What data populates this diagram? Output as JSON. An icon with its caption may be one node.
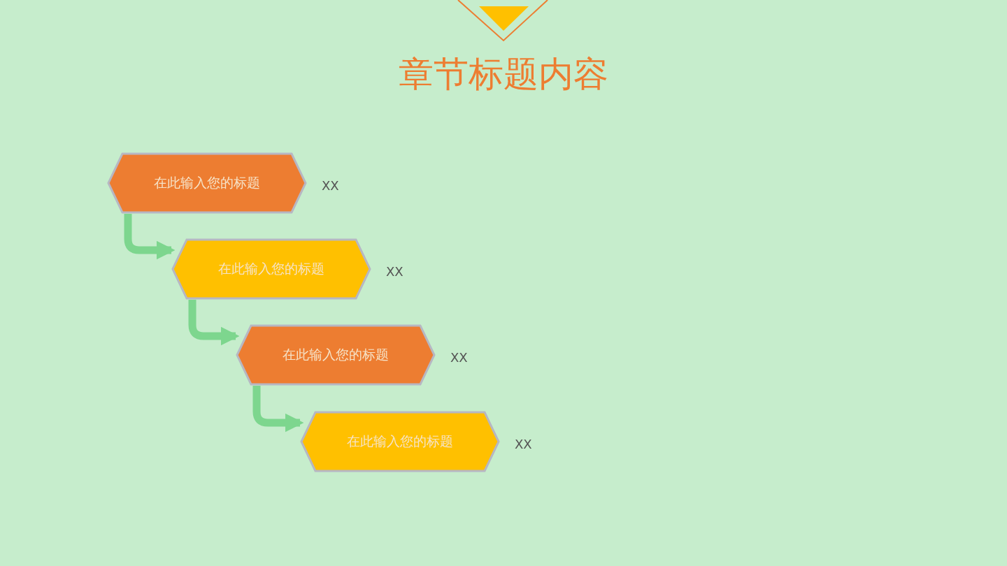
{
  "diagram": {
    "title": "章节标题内容",
    "nodes": [
      {
        "text": [
          "在此输入您的标题"
        ],
        "beside": [
          "XX"
        ]
      },
      {
        "text": [
          "在此输入您的标题"
        ],
        "beside": [
          "XX"
        ]
      },
      {
        "text": [
          "在此输入您的标题"
        ],
        "beside": [
          "XX"
        ]
      },
      {
        "text": [
          "在此输入您的标题"
        ],
        "beside": [
          "XX"
        ]
      }
    ],
    "edges": [
      {
        "from": 0,
        "to": 1,
        "arrow": "to"
      },
      {
        "from": 1,
        "to": 2,
        "arrow": "to"
      },
      {
        "from": 2,
        "to": 3,
        "arrow": "to"
      }
    ]
  }
}
